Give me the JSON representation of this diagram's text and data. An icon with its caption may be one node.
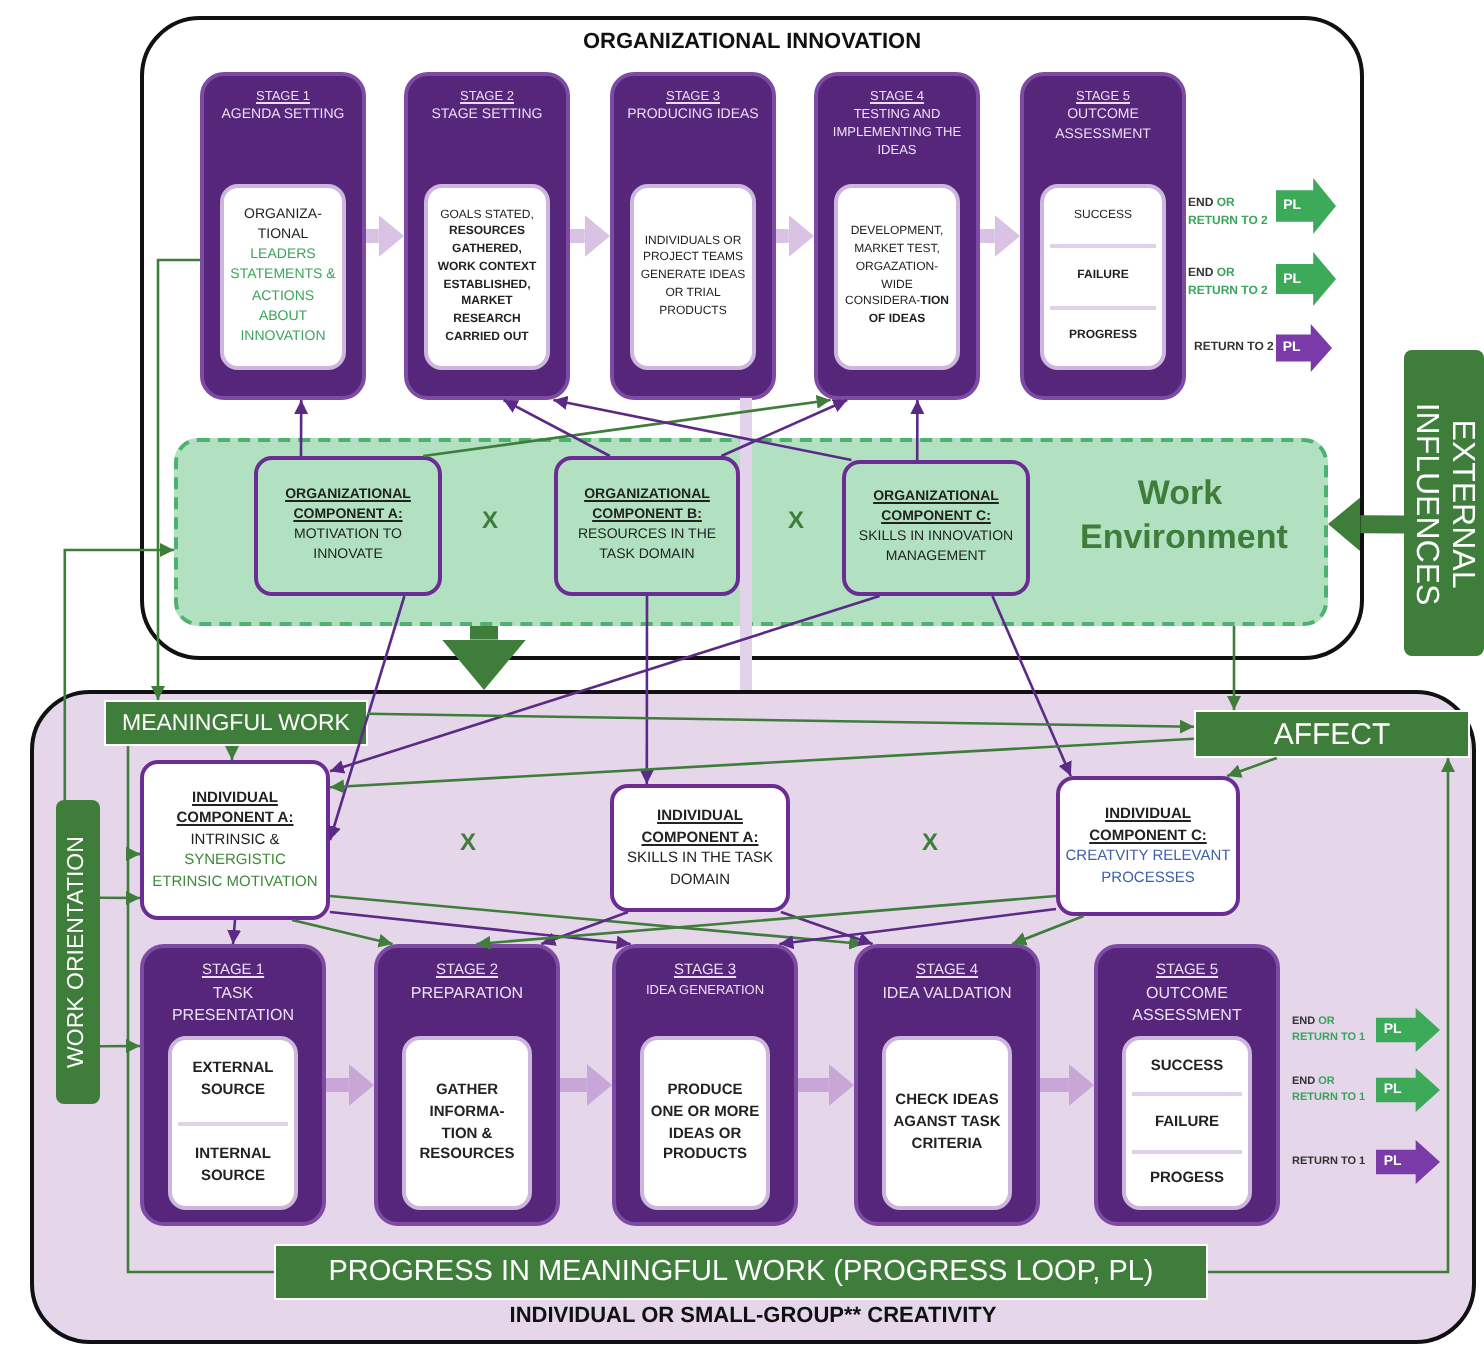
{
  "diagram": {
    "nodes": [
      {
        "text": [
          "ORGANIZATIONAL INNOVATION"
        ]
      },
      {
        "text": [
          "STAGE 1",
          "AGENDA SETTING"
        ],
        "in": 0
      },
      {
        "text": [
          "ORGANIZA-TIONAL",
          "LEADERS STATEMENTS & ACTIONS ABOUT INNOVATION"
        ],
        "in": 1
      },
      {
        "text": [
          "STAGE 2",
          "STAGE SETTING"
        ],
        "in": 0
      },
      {
        "text": [
          "GOALS STATED, **RESOURCES GATHERED, WORK CONTEXT ESTABLISHED, MARKET RESEARCH CARRIED OUT**"
        ],
        "in": 3
      },
      {
        "text": [
          "STAGE 3",
          "PRODUCING IDEAS"
        ],
        "in": 0
      },
      {
        "text": [
          "INDIVIDUALS OR PROJECT TEAMS GENERATE IDEAS OR TRIAL PRODUCTS"
        ],
        "in": 5
      },
      {
        "text": [
          "STAGE 4",
          "TESTING AND IMPLEMENTING THE IDEAS"
        ],
        "in": 0
      },
      {
        "text": [
          "DEVELOPMENT, MARKET TEST, ORGAZATION-WIDE CONSIDERA-**TION OF IDEAS**"
        ],
        "in": 7
      },
      {
        "text": [
          "STAGE 5",
          "OUTCOME ASSESSMENT"
        ],
        "in": 0
      },
      {
        "text": [
          "SUCCESS",
          "FAILURE",
          "PROGRESS"
        ],
        "in": 9
      },
      {
        "text": [
          "PL"
        ],
        "in": 0,
        "beside": [
          "END",
          "OR RETURN TO 2"
        ]
      },
      {
        "text": [
          "PL"
        ],
        "in": 0,
        "beside": [
          "END",
          "OR RETURN TO 2"
        ]
      },
      {
        "text": [
          "PL"
        ],
        "in": 0,
        "beside": [
          "RETURN TO 2"
        ]
      },
      {
        "text": [
          "Work Environment"
        ],
        "in": 0
      },
      {
        "text": [
          "ORGANIZATIONAL COMPONENT A:",
          "MOTIVATION TO INNOVATE"
        ],
        "in": 14
      },
      {
        "text": [
          "ORGANIZATIONAL COMPONENT B:",
          "RESOURCES IN THE TASK DOMAIN"
        ],
        "in": 14
      },
      {
        "text": [
          "ORGANIZATIONAL COMPONENT C:",
          "SKILLS IN INNOVATION MANAGEMENT"
        ],
        "in": 14
      },
      {
        "text": [
          "EXTERNAL INFLUENCES"
        ]
      },
      {
        "text": [
          "INDIVIDUAL OR SMALL-GROUP** CREATIVITY"
        ]
      },
      {
        "text": [
          "MEANINGFUL WORK"
        ],
        "in": 19
      },
      {
        "text": [
          "AFFECT"
        ],
        "in": 19
      },
      {
        "text": [
          "WORK ORIENTATION"
        ],
        "in": 19
      },
      {
        "text": [
          "INDIVIDUAL COMPONENT A:",
          "INTRINSIC &",
          "SYNERGISTIC ETRINSIC MOTIVATION"
        ],
        "in": 19
      },
      {
        "text": [
          "INDIVIDUAL COMPONENT A:",
          "SKILLS IN THE TASK DOMAIN"
        ],
        "in": 19
      },
      {
        "text": [
          "INDIVIDUAL COMPONENT C:",
          "CREATVITY RELEVANT PROCESSES"
        ],
        "in": 19
      },
      {
        "text": [
          "STAGE 1",
          "TASK PRESENTATION"
        ],
        "in": 19
      },
      {
        "text": [
          "EXTERNAL SOURCE",
          "INTERNAL SOURCE"
        ],
        "in": 26
      },
      {
        "text": [
          "STAGE 2",
          "PREPARATION"
        ],
        "in": 19
      },
      {
        "text": [
          "GATHER INFORMA-TION & RESOURCES"
        ],
        "in": 28
      },
      {
        "text": [
          "STAGE 3",
          "IDEA GENERATION"
        ],
        "in": 19
      },
      {
        "text": [
          "PRODUCE ONE OR MORE IDEAS OR PRODUCTS"
        ],
        "in": 30
      },
      {
        "text": [
          "STAGE 4",
          "IDEA VALDATION"
        ],
        "in": 19
      },
      {
        "text": [
          "CHECK IDEAS AGANST TASK CRITERIA"
        ],
        "in": 32
      },
      {
        "text": [
          "STAGE 5",
          "OUTCOME ASSESSMENT"
        ],
        "in": 19
      },
      {
        "text": [
          "SUCCESS",
          "FAILURE",
          "PROGESS"
        ],
        "in": 34
      },
      {
        "text": [
          "PL"
        ],
        "in": 19,
        "beside": [
          "END",
          "OR RETURN TO 1"
        ]
      },
      {
        "text": [
          "PL"
        ],
        "in": 19,
        "beside": [
          "END",
          "OR RETURN TO 1"
        ]
      },
      {
        "text": [
          "PL"
        ],
        "in": 19,
        "beside": [
          "RETURN TO 1"
        ]
      },
      {
        "text": [
          "PROGRESS IN MEANINGFUL WORK (PROGRESS LOOP, PL)"
        ],
        "in": 19
      }
    ],
    "edges": [
      {
        "from": 15,
        "to": 1,
        "arrow": "to",
        "color": "#5b2a86"
      },
      {
        "from": 15,
        "to": 7,
        "arrow": "to"
      },
      {
        "from": 16,
        "to": 3,
        "arrow": "to",
        "color": "#5b2a86"
      },
      {
        "from": 16,
        "to": 7,
        "arrow": "to",
        "color": "#5b2a86"
      },
      {
        "from": 17,
        "to": 3,
        "arrow": "to",
        "color": "#5b2a86"
      },
      {
        "from": 17,
        "to": 7,
        "arrow": "to",
        "color": "#5b2a86"
      },
      {
        "from": 15,
        "to": 23,
        "arrow": "to",
        "color": "#5b2a86"
      },
      {
        "from": 16,
        "to": 24,
        "arrow": "to",
        "color": "#5b2a86"
      },
      {
        "from": 17,
        "to": 23,
        "arrow": "to",
        "color": "#5b2a86"
      },
      {
        "from": 17,
        "to": 25,
        "arrow": "to",
        "color": "#5b2a86"
      },
      {
        "from": 14,
        "to": 21,
        "arrow": "to"
      },
      {
        "from": 14,
        "to": 19,
        "arrow": "to",
        "style": "thick"
      },
      {
        "from": 18,
        "to": 14,
        "arrow": "to",
        "style": "thick"
      },
      {
        "from": 22,
        "to": 14,
        "arrow": "to"
      },
      {
        "from": 1,
        "to": 20,
        "arrow": "to"
      },
      {
        "from": 20,
        "to": 21,
        "arrow": "to"
      },
      {
        "from": 21,
        "to": 23,
        "arrow": "to"
      },
      {
        "from": 21,
        "to": 25,
        "arrow": "to"
      },
      {
        "from": 20,
        "to": 23,
        "arrow": "to"
      },
      {
        "from": 39,
        "to": 23,
        "arrow": "to"
      },
      {
        "from": 20,
        "to": 23,
        "arrow": "to"
      },
      {
        "from": 22,
        "to": 23,
        "arrow": "to"
      },
      {
        "from": 22,
        "to": 26,
        "arrow": "to"
      },
      {
        "from": 39,
        "to": 21,
        "arrow": "to"
      },
      {
        "from": 23,
        "to": 26,
        "arrow": "to",
        "color": "#5b2a86"
      },
      {
        "from": 23,
        "to": 28,
        "arrow": "to"
      },
      {
        "from": 23,
        "to": 30,
        "arrow": "to",
        "color": "#5b2a86"
      },
      {
        "from": 23,
        "to": 32,
        "arrow": "to"
      },
      {
        "from": 24,
        "to": 28,
        "arrow": "to",
        "color": "#5b2a86"
      },
      {
        "from": 24,
        "to": 32,
        "arrow": "to",
        "color": "#5b2a86"
      },
      {
        "from": 25,
        "to": 28,
        "arrow": "to"
      },
      {
        "from": 25,
        "to": 30,
        "arrow": "to",
        "color": "#5b2a86"
      },
      {
        "from": 25,
        "to": 32,
        "arrow": "to"
      },
      {
        "from": 1,
        "to": 3,
        "arrow": "to",
        "style": "thick",
        "color": "#d9c2e3"
      },
      {
        "from": 3,
        "to": 5,
        "arrow": "to",
        "style": "thick",
        "color": "#d9c2e3"
      },
      {
        "from": 5,
        "to": 7,
        "arrow": "to",
        "style": "thick",
        "color": "#d9c2e3"
      },
      {
        "from": 7,
        "to": 9,
        "arrow": "to",
        "style": "thick",
        "color": "#d9c2e3"
      },
      {
        "from": 26,
        "to": 28,
        "arrow": "to",
        "style": "thick",
        "color": "#c9a6d8"
      },
      {
        "from": 28,
        "to": 30,
        "arrow": "to",
        "style": "thick",
        "color": "#c9a6d8"
      },
      {
        "from": 30,
        "to": 32,
        "arrow": "to",
        "style": "thick",
        "color": "#c9a6d8"
      },
      {
        "from": 32,
        "to": 34,
        "arrow": "to",
        "style": "thick",
        "color": "#c9a6d8"
      }
    ],
    "labels": [
      "X",
      "X",
      "X",
      "X"
    ]
  }
}
